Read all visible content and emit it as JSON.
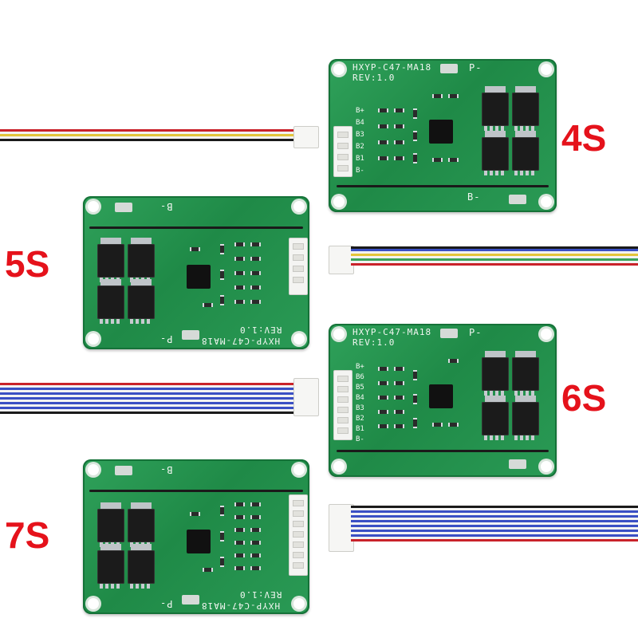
{
  "boards": {
    "model": "HXYP-C47-MA18",
    "revision": "REV:1.0",
    "terminal_p": "P-",
    "terminal_b": "B-",
    "cells_4s": [
      "B+",
      "B4",
      "B3",
      "B2",
      "B1",
      "B-"
    ],
    "cells_6s": [
      "B+",
      "B6",
      "B5",
      "B4",
      "B3",
      "B2",
      "B1",
      "B-"
    ]
  },
  "labels": {
    "s4": "4S",
    "s5": "5S",
    "s6": "6S",
    "s7": "7S"
  },
  "colors": {
    "badge": "#e5121b",
    "pcb": "#1f8a47",
    "wire_red": "#c9222a",
    "wire_blue": "#3a4fc4",
    "wire_yellow": "#e3c53a",
    "wire_black": "#1a1a1a"
  }
}
